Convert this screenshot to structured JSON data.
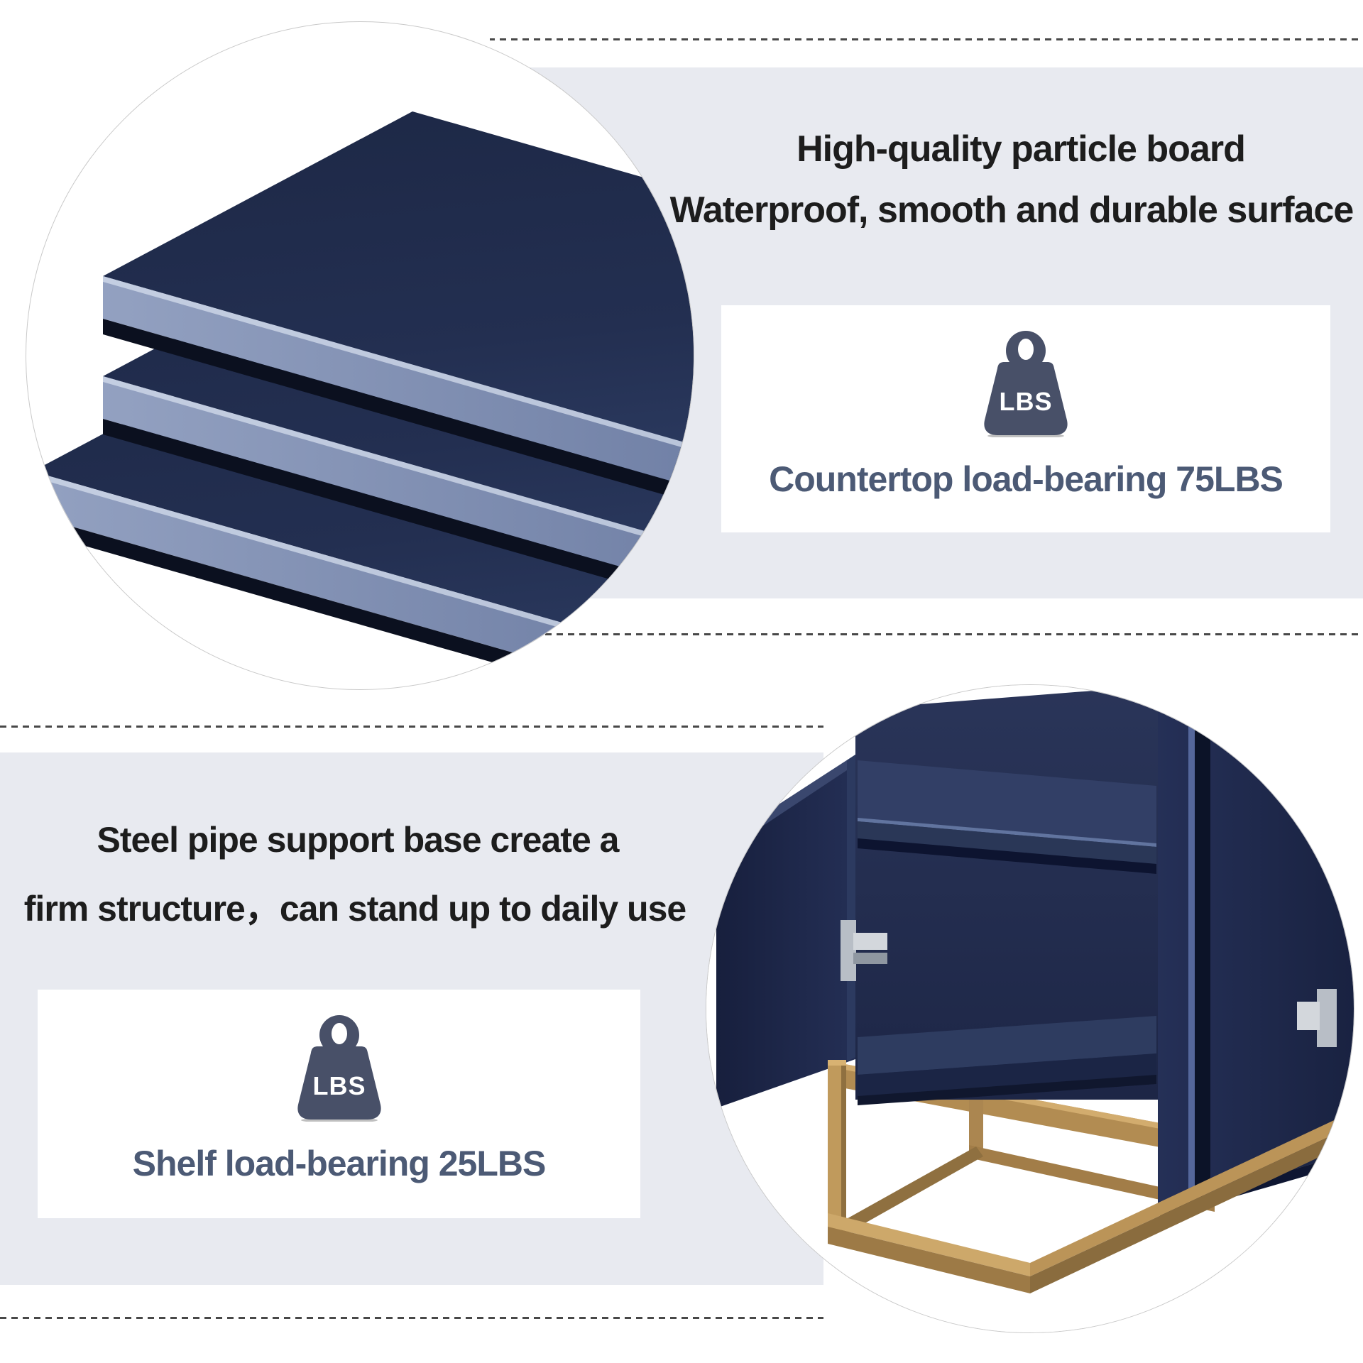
{
  "top": {
    "heading": {
      "line1": "High-quality particle board",
      "line2": "Waterproof, smooth and durable surface"
    },
    "badge": {
      "icon_label": "LBS",
      "caption": "Countertop load-bearing 75LBS"
    },
    "photo": "navy particle boards stacked"
  },
  "bottom": {
    "heading": {
      "line1": "Steel pipe support base create a",
      "line2": "firm structure，can stand up to daily use"
    },
    "badge": {
      "icon_label": "LBS",
      "caption": "Shelf load-bearing 25LBS"
    },
    "photo": "open cabinet with shelf and gold steel base"
  },
  "colors": {
    "band_gray": "#e8eaf0",
    "dash_gray": "#484848",
    "navy_board": "#243052",
    "board_edge_blue": "#6c7ca1",
    "slate_caption": "#4c5a75",
    "icon_slate": "#485068",
    "gold_base": "#b8935a",
    "heading_text": "#1d1d1d"
  }
}
